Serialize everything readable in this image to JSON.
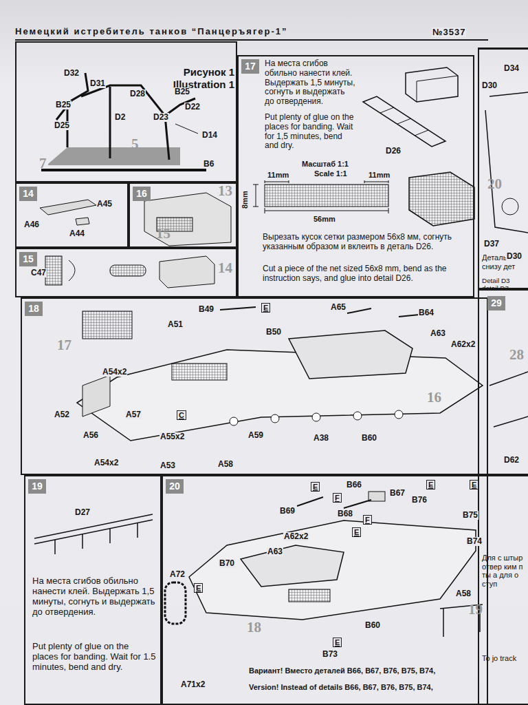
{
  "diagram": {
    "title": "Немецкий истребитель танков “Панцеръягер-1”",
    "nodes": [
      {
        "text": [
          "Рисунок 1",
          "Illustration 1"
        ]
      },
      {
        "text": [
          "14"
        ]
      },
      {
        "text": [
          "16"
        ]
      },
      {
        "text": [
          "15"
        ]
      },
      {
        "text": [
          "17",
          "На места сгибов обильно нанести клей. Выдержать 1,5 минуты, согнуть и выдержать до отвердения.",
          "Put plenty of glue on the places for banding. Wait for 1,5 minutes, bend and dry.",
          "Вырезать кусок сетки размером 56х8 мм, согнуть указанным образом и вклеить в деталь D26.",
          "Cut a piece of the net sized 56x8 mm, bend as the instruction says, and glue into detail D26."
        ]
      },
      {
        "text": [
          "18"
        ]
      },
      {
        "text": [
          "19",
          "На места сгибов обильно нанести клей. Выдержать 1,5 минуты, согнуть и выдержать до отвердения.",
          "Put plenty of glue on the places for banding. Wait for 1.5 minutes, bend and dry."
        ]
      },
      {
        "text": [
          "20",
          "Вариант! Вместо деталей B66, B67, B76, B75, B74,",
          "Version! Instead of details B66, B67, B76, B75, B74,"
        ]
      },
      {
        "text": [
          "Деталь D снизу дет",
          "Detail D3 detail D3"
        ]
      },
      {
        "text": [
          "29"
        ]
      },
      {
        "text": [
          "Для с штыр отвер ким п ты а для о ступ",
          "To jo track"
        ]
      }
    ],
    "labels": [
      "№3537",
      "D32",
      "D31",
      "D28",
      "B25",
      "D22",
      "D25",
      "D2",
      "D23",
      "D14",
      "B25",
      "5",
      "7",
      "B6",
      "A45",
      "A46",
      "A44",
      "13",
      "15",
      "C47",
      "14",
      "D26",
      "Масштаб 1:1",
      "Scale 1:1",
      "11mm",
      "11mm",
      "8mm",
      "56mm",
      "17",
      "B49",
      "E",
      "A65",
      "B64",
      "A51",
      "B50",
      "A63",
      "A62x2",
      "A54x2",
      "A52",
      "A57",
      "C",
      "A56",
      "A55x2",
      "A59",
      "A38",
      "B60",
      "16",
      "A58",
      "A54x2",
      "A53",
      "D27",
      "E",
      "B66",
      "E",
      "E",
      "F",
      "B69",
      "B67",
      "B68",
      "B76",
      "F",
      "E",
      "B75",
      "A62x2",
      "B74",
      "A63",
      "B70",
      "A72",
      "E",
      "A58",
      "19",
      "18",
      "B60",
      "E",
      "B73",
      "A71x2",
      "D34",
      "D30",
      "20",
      "D37",
      "D30",
      "28",
      "D62"
    ]
  }
}
